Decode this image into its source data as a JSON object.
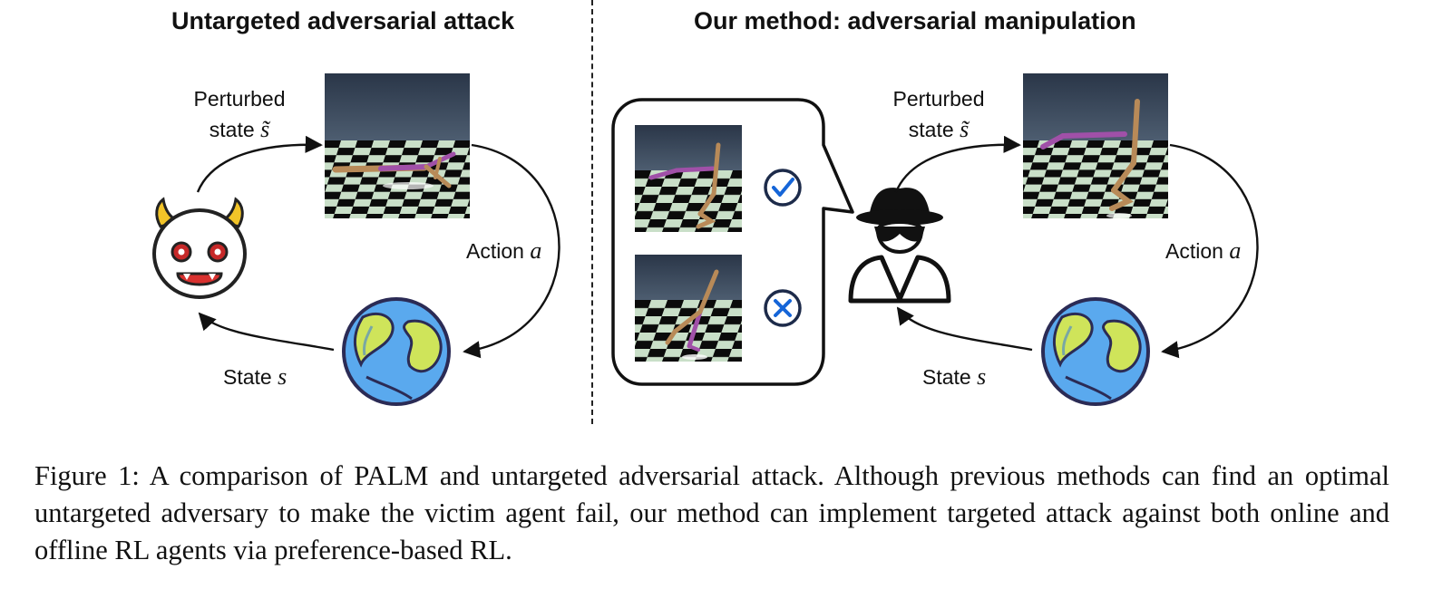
{
  "left_panel": {
    "title": "Untargeted adversarial attack",
    "perturbed_state_line1": "Perturbed",
    "perturbed_state_line2": "state",
    "perturbed_state_symbol": "s̃",
    "action_label": "Action",
    "action_symbol": "a",
    "state_label": "State",
    "state_symbol": "s",
    "adversary_icon": "devil-face-icon",
    "environment_icon": "earth-globe-icon"
  },
  "right_panel": {
    "title": "Our method: adversarial manipulation",
    "perturbed_state_line1": "Perturbed",
    "perturbed_state_line2": "state",
    "perturbed_state_symbol": "s̃",
    "action_label": "Action",
    "action_symbol": "a",
    "state_label": "State",
    "state_symbol": "s",
    "adversary_icon": "spy-agent-icon",
    "environment_icon": "earth-globe-icon",
    "preference_icons": [
      "check-circle-icon",
      "cross-circle-icon"
    ]
  },
  "colors": {
    "accent_blue": "#1565d8",
    "sky_dark": "#2f3e52",
    "floor_light": "#c9dfc8",
    "limb_brown": "#b88a58",
    "limb_purple": "#a050a8",
    "globe_ocean": "#5aa9ee",
    "globe_land": "#cfe45a",
    "devil_horn": "#f2c428",
    "devil_mouth": "#d8312f"
  },
  "caption": {
    "text": "Figure 1: A comparison of PALM and untargeted adversarial attack. Although previous methods can find an optimal untargeted adversary to make the victim agent fail, our method can implement targeted attack against both online and offline RL agents via preference-based RL."
  }
}
